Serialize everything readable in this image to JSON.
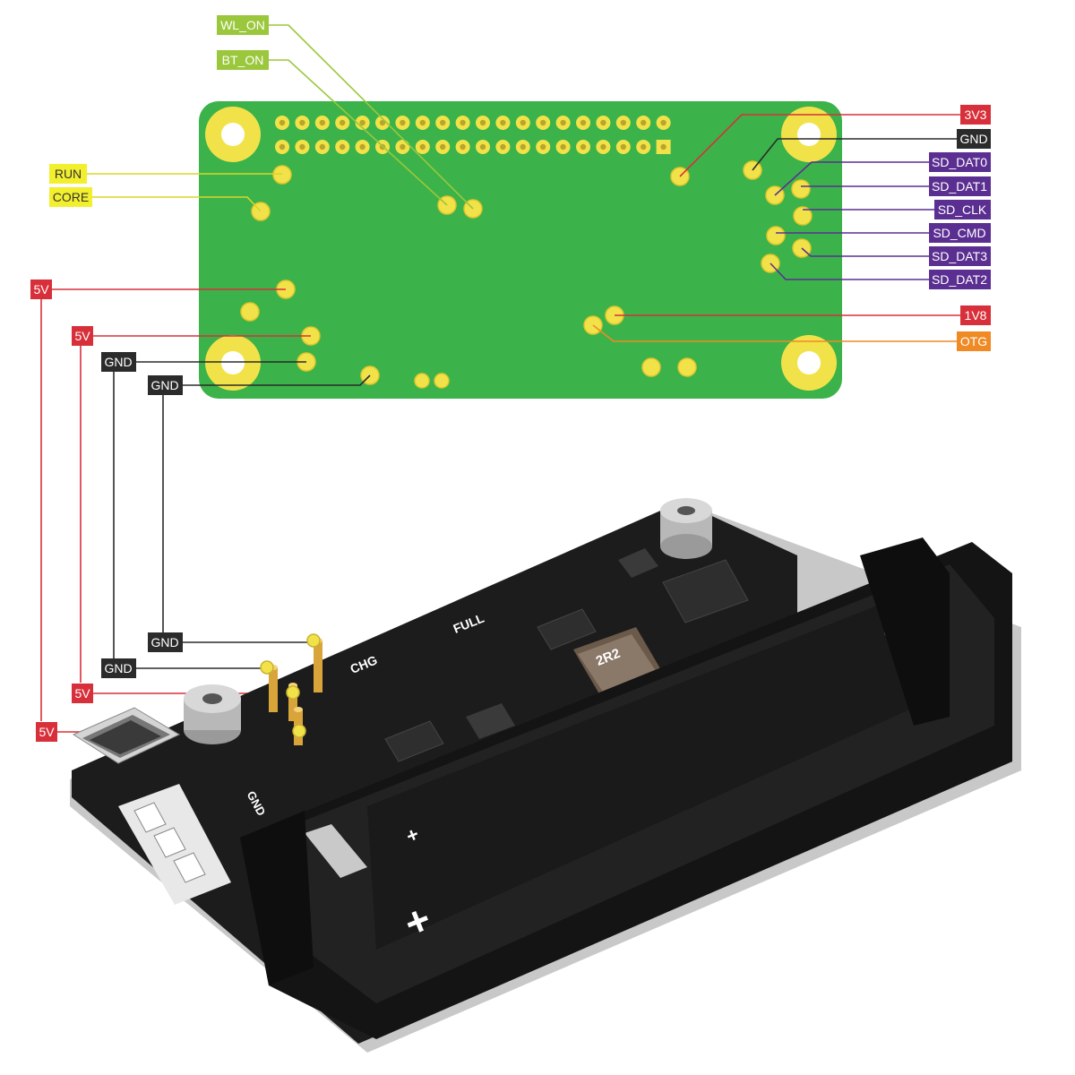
{
  "colors": {
    "yellow": "#f2ef2e",
    "green_pin": "#9ac73b",
    "red": "#d8303a",
    "dark": "#2b2b2b",
    "purple": "#5b2f91",
    "orange": "#f08a24",
    "pcb": "#3bb34a",
    "pad": "#f2e24a"
  },
  "top_labels": {
    "wl_on": "WL_ON",
    "bt_on": "BT_ON"
  },
  "left_labels": {
    "run": "RUN",
    "core": "CORE",
    "v5_a": "5V",
    "v5_b": "5V",
    "gnd_a": "GND",
    "gnd_b": "GND"
  },
  "right_labels": {
    "v3v3": "3V3",
    "gnd": "GND",
    "sd_dat0": "SD_DAT0",
    "sd_dat1": "SD_DAT1",
    "sd_clk": "SD_CLK",
    "sd_cmd": "SD_CMD",
    "sd_dat3": "SD_DAT3",
    "sd_dat2": "SD_DAT2",
    "v1v8": "1V8",
    "otg": "OTG"
  },
  "bottom_labels": {
    "gnd_a": "GND",
    "gnd_b": "GND",
    "v5_a": "5V",
    "v5_b": "5V"
  },
  "board_silk": {
    "chg": "CHG",
    "full": "FULL",
    "inductor": "2R2",
    "gnd": "GND",
    "plus": "+"
  }
}
